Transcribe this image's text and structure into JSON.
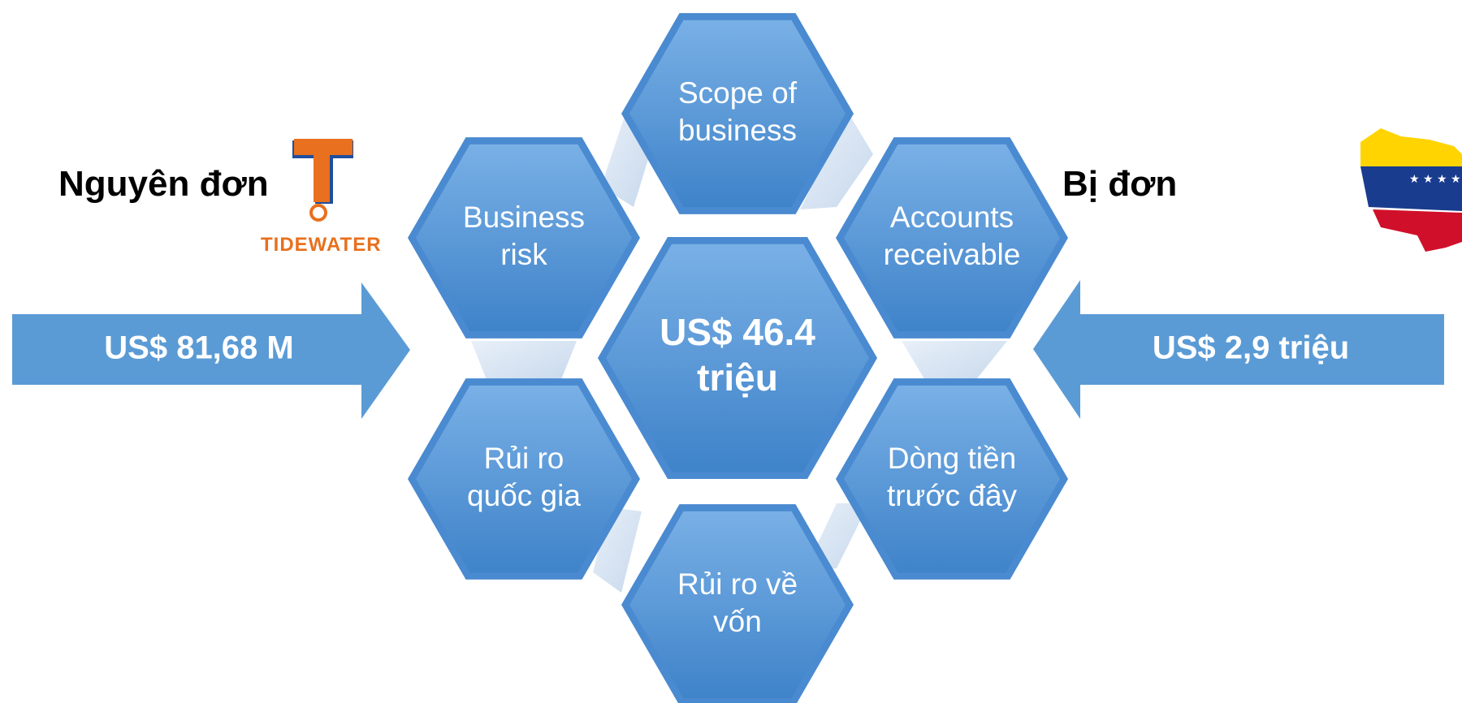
{
  "plaintiff": {
    "label": "Nguyên đơn",
    "logo_text": "TIDEWATER",
    "amount": "US$ 81,68 M"
  },
  "defendant": {
    "label": "Bị đơn",
    "amount": "US$ 2,9 triệu"
  },
  "center": {
    "line1": "US$ 46.4",
    "line2": "triệu"
  },
  "factors": [
    {
      "line1": "Scope of",
      "line2": "business"
    },
    {
      "line1": "Accounts",
      "line2": "receivable"
    },
    {
      "line1": "Dòng tiền",
      "line2": "trước đây"
    },
    {
      "line1": "Rủi ro về",
      "line2": "vốn"
    },
    {
      "line1": "Rủi ro",
      "line2": "quốc gia"
    },
    {
      "line1": "Business",
      "line2": "risk"
    }
  ],
  "colors": {
    "hex_fill": "#5b9bd5",
    "arrow_fill": "#5b9bd5",
    "logo_orange": "#e8701e",
    "logo_blue": "#1f4e9c",
    "flag_yellow": "#ffd400",
    "flag_blue": "#1a3c8f",
    "flag_red": "#d0102a"
  }
}
